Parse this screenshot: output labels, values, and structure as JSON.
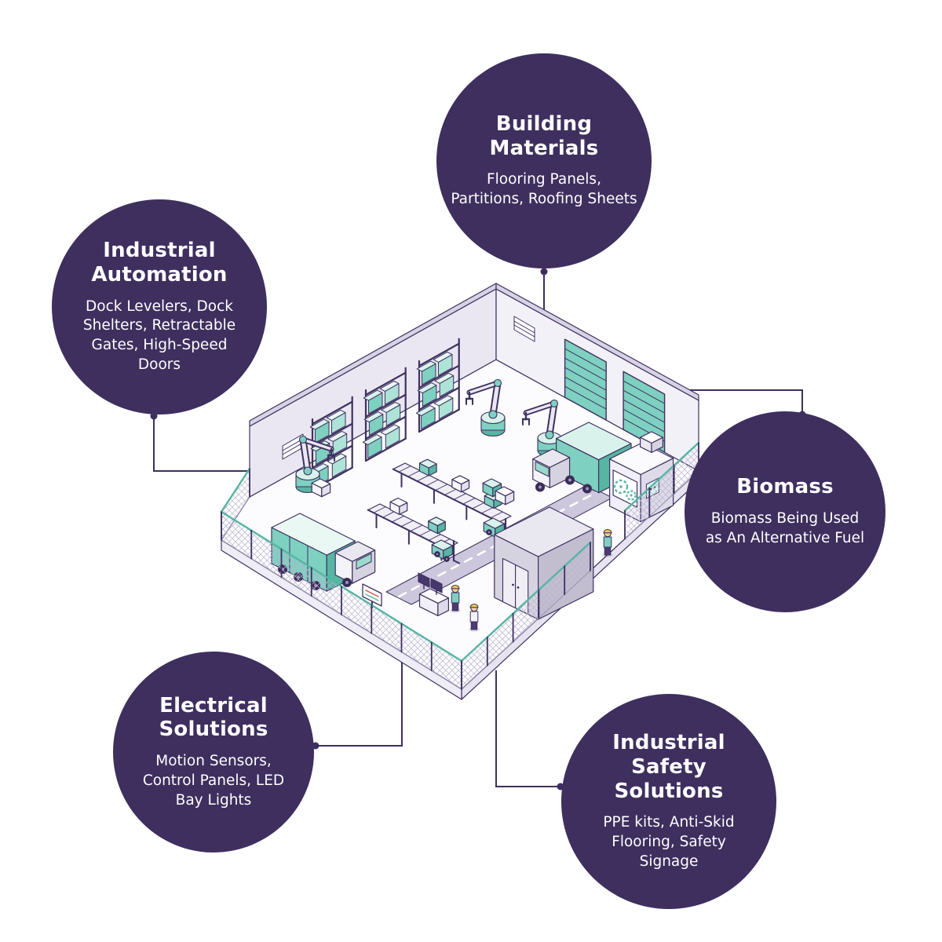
{
  "palette": {
    "circle_bg": "#3e2f5f",
    "text": "#ffffff",
    "connector": "#3e2f5f",
    "teal_accent": "#7ed0c0"
  },
  "nodes": [
    {
      "id": "building-materials",
      "title": "Building Materials",
      "description": "Flooring Panels, Partitions, Roofing Sheets"
    },
    {
      "id": "industrial-automation",
      "title": "Industrial Automation",
      "description": "Dock Levelers, Dock Shelters, Retractable Gates, High-Speed Doors"
    },
    {
      "id": "biomass",
      "title": "Biomass",
      "description": "Biomass Being Used as An Alternative Fuel"
    },
    {
      "id": "electrical-solutions",
      "title": "Electrical Solutions",
      "description": "Motion Sensors, Control Panels, LED Bay Lights"
    },
    {
      "id": "industrial-safety-solutions",
      "title": "Industrial Safety Solutions",
      "description": "PPE kits, Anti-Skid Flooring, Safety Signage"
    }
  ],
  "illustration": {
    "name": "isometric-factory-warehouse"
  }
}
